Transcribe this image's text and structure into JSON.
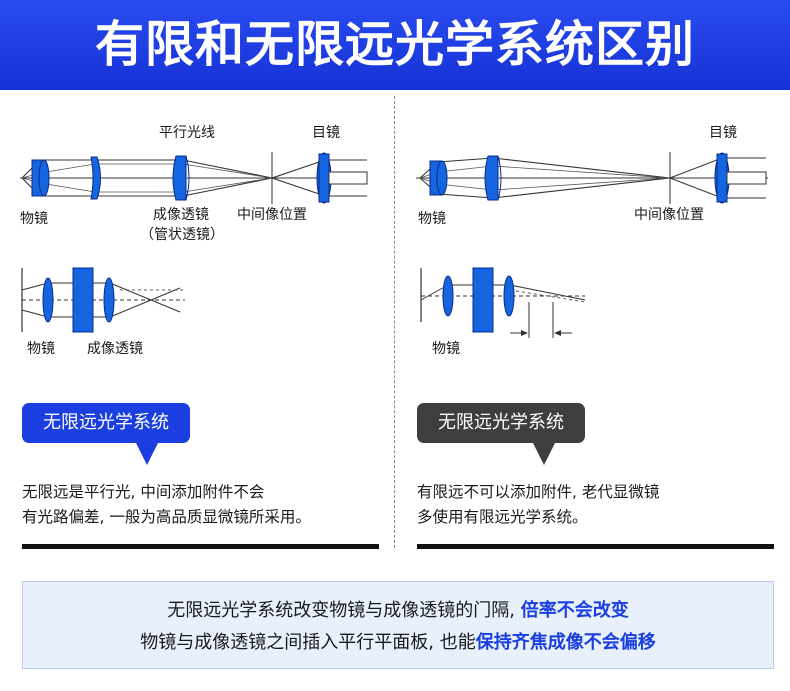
{
  "title": "有限和无限远光学系统区别",
  "infinity": {
    "top_labels": {
      "parallel_light": "平行光线",
      "eyepiece": "目镜",
      "objective": "物镜",
      "tube_lens": "成像透镜",
      "tube_lens_note": "（管状透镜）",
      "image_position": "中间像位置"
    },
    "small_labels": {
      "objective": "物镜",
      "tube_lens": "成像透镜"
    },
    "tag": "无限远光学系统",
    "desc_line1": "无限远是平行光, 中间添加附件不会",
    "desc_line2": "有光路偏差, 一般为高品质显微镜所采用。"
  },
  "finite": {
    "top_labels": {
      "eyepiece": "目镜",
      "objective": "物镜",
      "image_position": "中间像位置"
    },
    "small_labels": {
      "objective": "物镜"
    },
    "tag": "无限远光学系统",
    "desc_line1": "有限远不可以添加附件, 老代显微镜",
    "desc_line2": "多使用有限远光学系统。"
  },
  "summary": {
    "line1_plain": "无限远光学系统改变物镜与成像透镜的门隔,",
    "line1_highlight": "倍率不会改变",
    "line2_plain": "物镜与成像透镜之间插入平行平面板, 也能",
    "line2_highlight": "保持齐焦成像不会偏移"
  },
  "colors": {
    "accent": "#1a3ee0",
    "lens": "#1565e0",
    "tag_dark": "#3e3e3e",
    "summary_bg": "#e7f0fb"
  }
}
